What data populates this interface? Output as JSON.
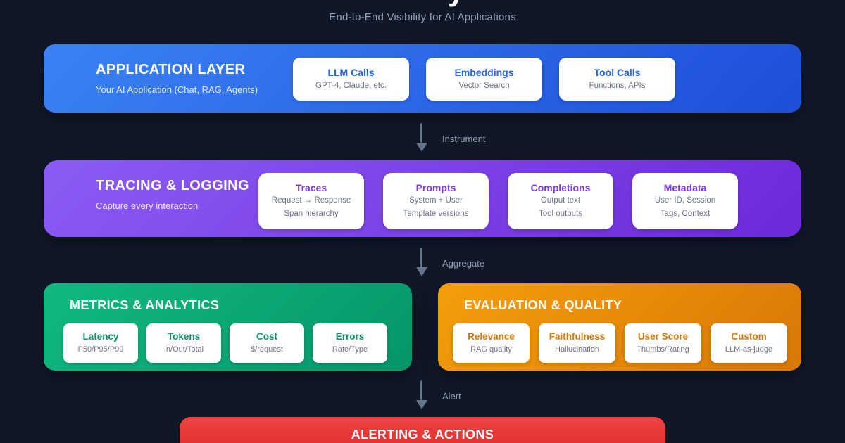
{
  "page": {
    "title_fragment": "y",
    "subtitle": "End-to-End Visibility for AI Applications"
  },
  "flow": [
    {
      "label": "Instrument"
    },
    {
      "label": "Aggregate"
    },
    {
      "label": "Alert"
    }
  ],
  "sections": {
    "application": {
      "title": "APPLICATION LAYER",
      "subtitle": "Your AI Application (Chat, RAG, Agents)",
      "cards": [
        {
          "title": "LLM Calls",
          "lines": [
            "GPT-4, Claude, etc."
          ]
        },
        {
          "title": "Embeddings",
          "lines": [
            "Vector Search"
          ]
        },
        {
          "title": "Tool Calls",
          "lines": [
            "Functions, APIs"
          ]
        }
      ]
    },
    "tracing": {
      "title": "TRACING & LOGGING",
      "subtitle": "Capture every interaction",
      "cards": [
        {
          "title": "Traces",
          "lines": [
            "Request → Response",
            "Span hierarchy"
          ]
        },
        {
          "title": "Prompts",
          "lines": [
            "System + User",
            "Template versions"
          ]
        },
        {
          "title": "Completions",
          "lines": [
            "Output text",
            "Tool outputs"
          ]
        },
        {
          "title": "Metadata",
          "lines": [
            "User ID, Session",
            "Tags, Context"
          ]
        }
      ]
    },
    "metrics": {
      "title": "METRICS & ANALYTICS",
      "cards": [
        {
          "title": "Latency",
          "lines": [
            "P50/P95/P99"
          ]
        },
        {
          "title": "Tokens",
          "lines": [
            "In/Out/Total"
          ]
        },
        {
          "title": "Cost",
          "lines": [
            "$/request"
          ]
        },
        {
          "title": "Errors",
          "lines": [
            "Rate/Type"
          ]
        }
      ]
    },
    "evaluation": {
      "title": "EVALUATION & QUALITY",
      "cards": [
        {
          "title": "Relevance",
          "lines": [
            "RAG quality"
          ]
        },
        {
          "title": "Faithfulness",
          "lines": [
            "Hallucination"
          ]
        },
        {
          "title": "User Score",
          "lines": [
            "Thumbs/Rating"
          ]
        },
        {
          "title": "Custom",
          "lines": [
            "LLM-as-judge"
          ]
        }
      ]
    },
    "alerting": {
      "title": "ALERTING & ACTIONS"
    }
  },
  "colors": {
    "background": "#101828",
    "application_gradient": [
      "#3b82f6",
      "#1d4ed8"
    ],
    "tracing_gradient": [
      "#8b5cf6",
      "#6d28d9"
    ],
    "metrics_gradient": [
      "#10b981",
      "#059669"
    ],
    "evaluation_gradient": [
      "#f59e0b",
      "#d97706"
    ],
    "alerting_gradient": [
      "#ef4444",
      "#dc2626"
    ],
    "application_card_title": "#2563eb",
    "tracing_card_title": "#7c3aed",
    "metrics_card_title": "#059669",
    "evaluation_card_title": "#d97706",
    "card_line": "#6b7280",
    "arrow": "#64748b",
    "flow_label": "#94a3b8"
  }
}
